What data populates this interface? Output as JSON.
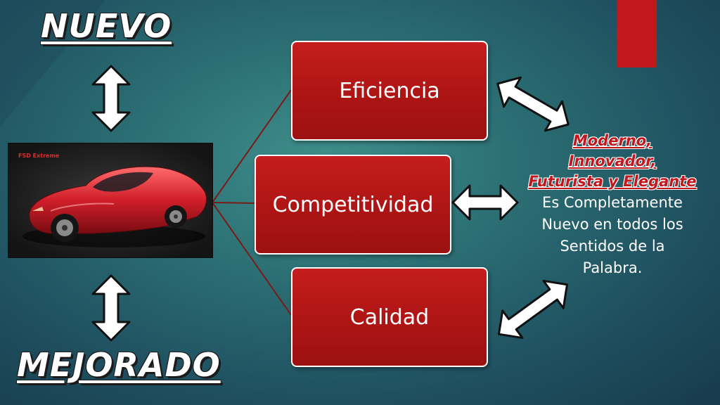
{
  "headings": {
    "top": "NUEVO",
    "bottom": "MEJORADO"
  },
  "photo": {
    "subject": "red sports car",
    "badge_text": "FSD Extreme"
  },
  "boxes": [
    {
      "label": "Eficiencia"
    },
    {
      "label": "Competitividad"
    },
    {
      "label": "Calidad"
    }
  ],
  "description": {
    "emphasis_lines": [
      "Moderno,",
      "Innovador,",
      "Futurista y Elegante"
    ],
    "body_lines": [
      "Es Completamente",
      "Nuevo en todos los",
      "Sentidos de la",
      "Palabra."
    ]
  },
  "colors": {
    "box_fill": "#b81818",
    "accent_bar": "#c0181c",
    "emphasis_text": "#c2171d",
    "connector": "#7a1b1b"
  }
}
